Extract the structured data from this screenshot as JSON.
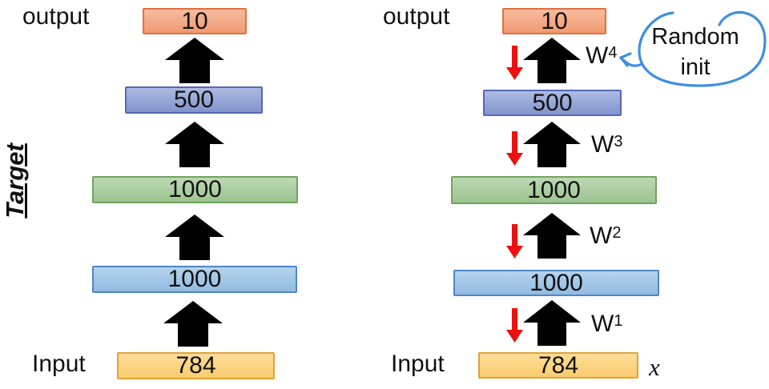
{
  "colors": {
    "orange_fill": "#F2A07E",
    "orange_border": "#E2703C",
    "blue_fill": "#8B9CD2",
    "blue_border": "#5568B8",
    "green_fill": "#A6CB9E",
    "green_border": "#70A45C",
    "lightblue_fill": "#9FC5E8",
    "lightblue_border": "#4E87C6",
    "yellow_fill": "#FBD17E",
    "yellow_border": "#DFA337",
    "arrow_black": "#000000",
    "arrow_red": "#EE1010",
    "annotation_blue": "#3F8FDE",
    "text": "#111111"
  },
  "left_network": {
    "side_label": "Target",
    "output_label": "output",
    "input_label": "Input",
    "layers": [
      {
        "units": "10",
        "color": "orange"
      },
      {
        "units": "500",
        "color": "blue"
      },
      {
        "units": "1000",
        "color": "green"
      },
      {
        "units": "1000",
        "color": "lightblue"
      },
      {
        "units": "784",
        "color": "yellow"
      }
    ]
  },
  "right_network": {
    "output_label": "output",
    "input_label": "Input",
    "input_symbol": "x",
    "layers": [
      {
        "units": "10",
        "color": "orange"
      },
      {
        "units": "500",
        "color": "blue"
      },
      {
        "units": "1000",
        "color": "green"
      },
      {
        "units": "1000",
        "color": "lightblue"
      },
      {
        "units": "784",
        "color": "yellow"
      }
    ],
    "weights": [
      {
        "base": "W",
        "sup": "4"
      },
      {
        "base": "W",
        "sup": "3"
      },
      {
        "base": "W",
        "sup": "2"
      },
      {
        "base": "W",
        "sup": "1"
      }
    ],
    "annotation": {
      "line1": "Random",
      "line2": "init"
    }
  }
}
